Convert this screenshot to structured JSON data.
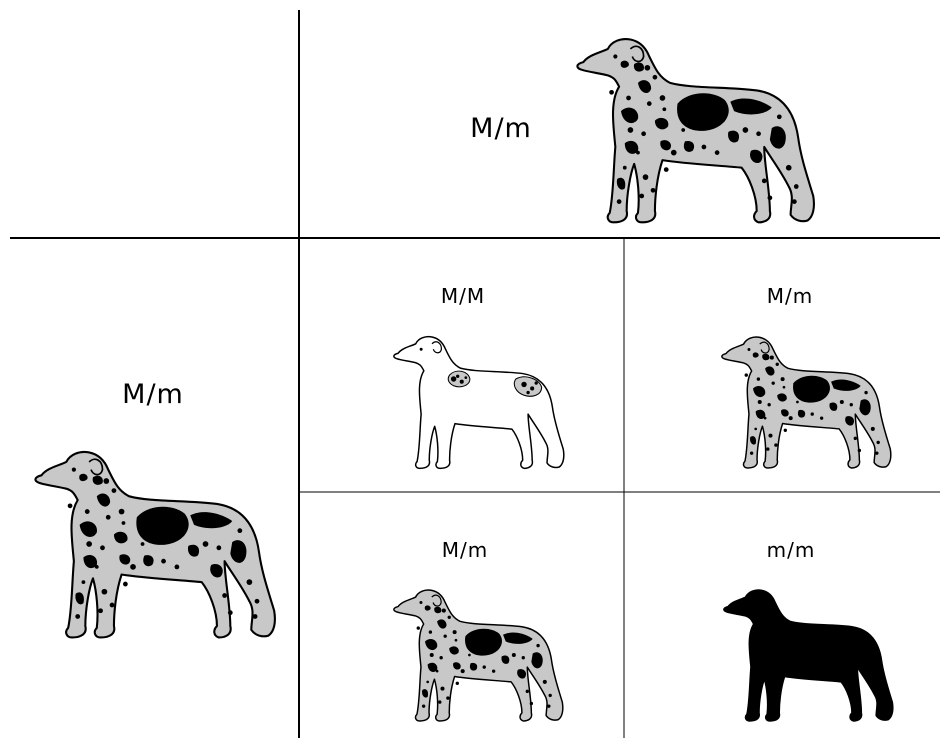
{
  "punnett": {
    "parent_top": "M/m",
    "parent_left": "M/m",
    "cells": {
      "top_left": "M/M",
      "top_right": "M/m",
      "bottom_left": "M/m",
      "bottom_right": "m/m"
    }
  },
  "colors": {
    "merle_base": "#c8c8c8",
    "patch": "#000000",
    "outline": "#000000",
    "white_base": "#ffffff",
    "grid_line": "#000000"
  }
}
